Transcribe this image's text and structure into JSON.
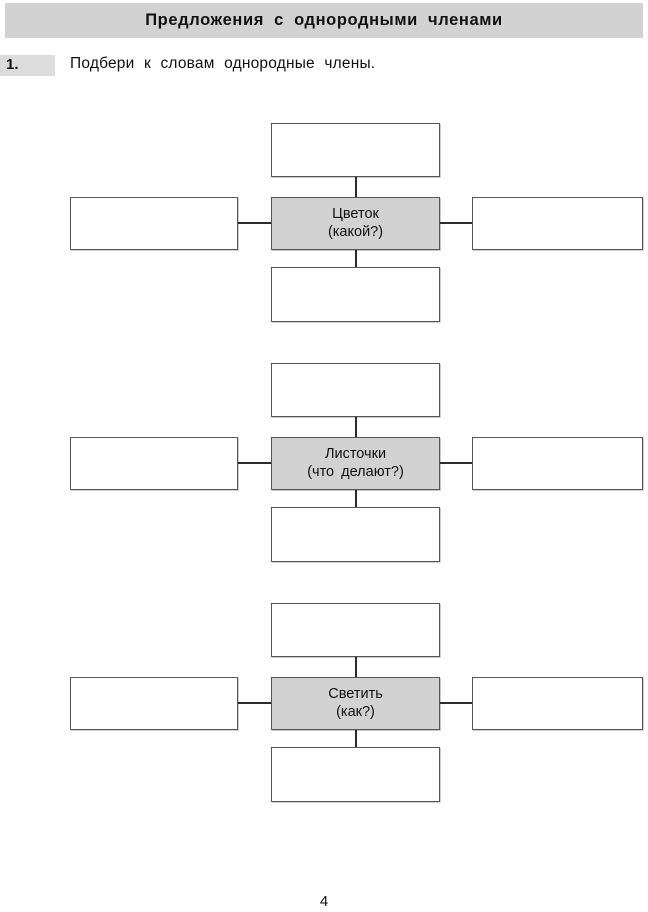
{
  "header": {
    "title": "Предложения с однородными членами",
    "background_color": "#d2d2d2"
  },
  "task": {
    "number": "1.",
    "instruction": "Подбери к словам однородные члены."
  },
  "diagrams": [
    {
      "id": "flower",
      "center_line_1": "Цветок",
      "center_line_2": "(какой?)",
      "center_background": "#d2d2d2",
      "blanks": {
        "top": "",
        "bottom": "",
        "left": "",
        "right": ""
      }
    },
    {
      "id": "leaves",
      "center_line_1": "Листочки",
      "center_line_2": "(что  делают?)",
      "center_background": "#d2d2d2",
      "blanks": {
        "top": "",
        "bottom": "",
        "left": "",
        "right": ""
      }
    },
    {
      "id": "shine",
      "center_line_1": "Светить",
      "center_line_2": "(как?)",
      "center_background": "#d2d2d2",
      "blanks": {
        "top": "",
        "bottom": "",
        "left": "",
        "right": ""
      }
    }
  ],
  "footer": {
    "page_number": "4"
  }
}
